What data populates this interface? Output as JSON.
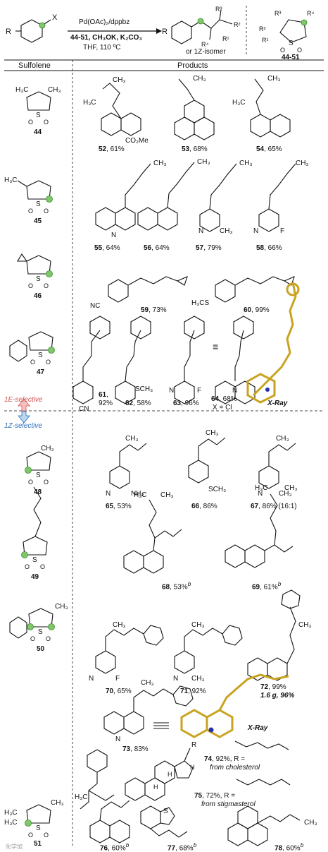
{
  "scheme": {
    "reagent_top": "Pd(OAc)₂/dppbz",
    "reagent_mid": "44-51, CH₃OK, K₂CO₃",
    "reagent_bot": "THF, 110 ºC",
    "substrate_R": "R",
    "substrate_X": "X",
    "or_isomer": "or 1Z-isomer",
    "product_R": "R",
    "product_R1": "R¹",
    "product_R2": "R²",
    "product_R3": "R³",
    "product_R4": "R⁴",
    "reagent_id": "44-51",
    "reagent_R1": "R¹",
    "reagent_R2": "R²",
    "reagent_R3": "R³",
    "reagent_R4": "R⁴",
    "reagent_S": "S",
    "reagent_O": "O"
  },
  "headers": {
    "sulfolene": "Sulfolene",
    "products": "Products"
  },
  "sulfolenes": [
    {
      "id": "44",
      "sub": "H₃C"
    },
    {
      "id": "45",
      "sub": "H₃C"
    },
    {
      "id": "46",
      "sub": ""
    },
    {
      "id": "47",
      "sub": ""
    },
    {
      "id": "48",
      "sub": ""
    },
    {
      "id": "49",
      "sub": ""
    },
    {
      "id": "50",
      "sub": "CH₃"
    },
    {
      "id": "51",
      "sub": "H₃C"
    }
  ],
  "selectivity": {
    "e": "1E-selective",
    "z": "1Z-selective"
  },
  "products": [
    {
      "id": "52",
      "yield": ", 61%"
    },
    {
      "id": "53",
      "yield": ", 68%"
    },
    {
      "id": "54",
      "yield": ", 65%"
    },
    {
      "id": "55",
      "yield": ", 64%"
    },
    {
      "id": "56",
      "yield": ", 64%"
    },
    {
      "id": "57",
      "yield": ", 79%"
    },
    {
      "id": "58",
      "yield": ", 66%"
    },
    {
      "id": "59",
      "yield": ", 73%"
    },
    {
      "id": "60",
      "yield": ", 99%"
    },
    {
      "id": "61",
      "yield": ","
    },
    {
      "id": "62",
      "yield": ", 58%"
    },
    {
      "id": "63",
      "yield": ", 96%"
    },
    {
      "id": "64",
      "yield": ", 68%"
    },
    {
      "id": "65",
      "yield": ", 53%"
    },
    {
      "id": "66",
      "yield": ", 86%"
    },
    {
      "id": "67",
      "yield": ", 86% (16:1)"
    },
    {
      "id": "68",
      "yield": ", 53%"
    },
    {
      "id": "69",
      "yield": ", 61%"
    },
    {
      "id": "70",
      "yield": ", 65%"
    },
    {
      "id": "71",
      "yield": ", 92%"
    },
    {
      "id": "72",
      "yield": ", 99%"
    },
    {
      "id": "73",
      "yield": ", 83%"
    },
    {
      "id": "74",
      "yield": ", 92%, R ="
    },
    {
      "id": "75",
      "yield": ", 72%, R ="
    },
    {
      "id": "76",
      "yield": ", 60%"
    },
    {
      "id": "77",
      "yield": ", 68%"
    },
    {
      "id": "78",
      "yield": ", 60%"
    }
  ],
  "notes": {
    "p61_yield": "92%",
    "p64_note": "X = Cl",
    "xray": "X-Ray",
    "p72_scale": "1.6 g, 96%",
    "p74_from": "from cholesterol",
    "p75_from": "from stigmasterol",
    "sup_b": "b",
    "R_label": "R",
    "H_label": "H"
  },
  "groups": {
    "co2me": "CO₂Me",
    "ch3": "CH₃",
    "h3c": "H₃C",
    "n": "N",
    "f": "F",
    "nc": "NC",
    "h3cs": "H₃CS",
    "sch3": "SCH₃",
    "cn": "CN",
    "nh2": "NH₂",
    "s": "S",
    "o": "O",
    "ch3b": "CH₃"
  },
  "watermark": "化学加"
}
